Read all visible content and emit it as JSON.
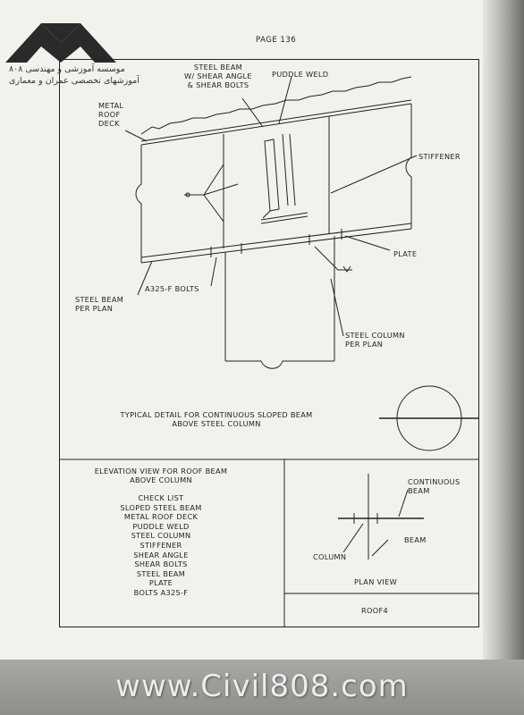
{
  "page": {
    "number": "PAGE 136"
  },
  "logo": {
    "line1": "موسسه آموزشی و مهندسی ۸۰۸",
    "line2": "آموزشهای تخصصی عمران و معماری"
  },
  "callouts": {
    "steel_beam_angle": [
      "STEEL BEAM",
      "W/ SHEAR ANGLE",
      "& SHEAR BOLTS"
    ],
    "puddle_weld": "PUDDLE WELD",
    "metal_roof_deck": [
      "METAL",
      "ROOF",
      "DECK"
    ],
    "stiffener": "STIFFENER",
    "plate": "PLATE",
    "a325_bolts": "A325-F BOLTS",
    "steel_beam_plan": [
      "STEEL BEAM",
      "PER PLAN"
    ],
    "steel_column_plan": [
      "STEEL COLUMN",
      "PER PLAN"
    ]
  },
  "detail_title": [
    "TYPICAL DETAIL FOR CONTINUOUS SLOPED BEAM",
    "ABOVE STEEL COLUMN"
  ],
  "elevation_title": [
    "ELEVATION VIEW FOR ROOF BEAM",
    "ABOVE COLUMN"
  ],
  "checklist": {
    "heading": "CHECK LIST",
    "items": [
      "SLOPED STEEL BEAM",
      "METAL ROOF DECK",
      "PUDDLE WELD",
      "STEEL COLUMN",
      "STIFFENER",
      "SHEAR ANGLE",
      "SHEAR BOLTS",
      "STEEL BEAM",
      "PLATE",
      "BOLTS A325-F"
    ]
  },
  "plan_view": {
    "continuous_beam": [
      "CONTINUOUS",
      "BEAM"
    ],
    "beam": "BEAM",
    "column": "COLUMN",
    "title": "PLAN VIEW",
    "code": "ROOF4"
  },
  "footer": {
    "watermark": "www.Civil808.com"
  }
}
